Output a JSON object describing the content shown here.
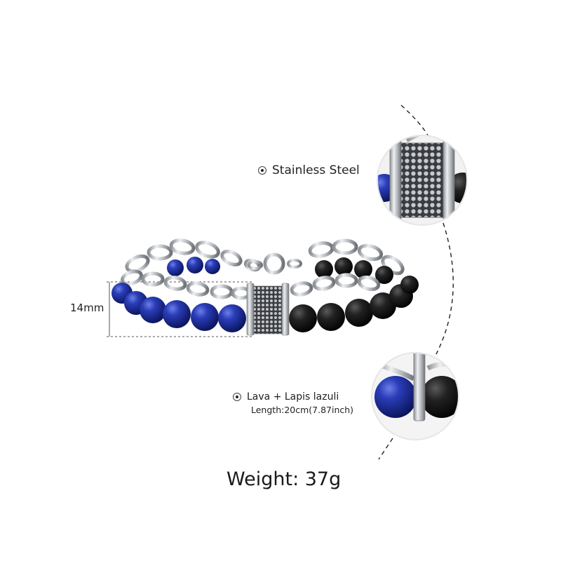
{
  "annotations": {
    "material_label": "Stainless Steel",
    "stone_label": "Lava + Lapis lazuli",
    "length_label": "Length:20cm(7.87inch)",
    "width_label": "14mm",
    "weight_label": "Weight: 37g"
  },
  "colors": {
    "lapis": "#1d2f9a",
    "lava": "#1b1b1b",
    "steel": "#c9ccd0"
  },
  "icons": [
    "bullet-dot-icon",
    "bracelet-image",
    "toggle-clasp-icon",
    "detail-zoom-steel",
    "detail-zoom-beads"
  ]
}
